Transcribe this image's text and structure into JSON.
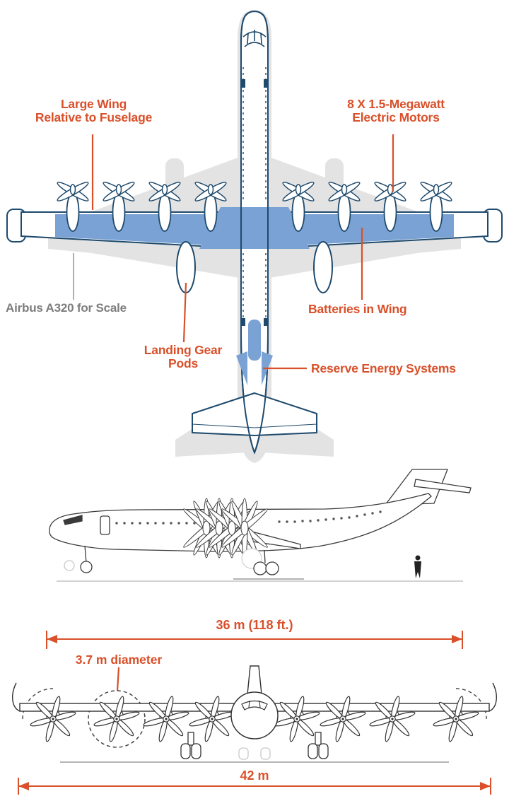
{
  "colors": {
    "accent": "#d9502a",
    "aircraft_outline": "#1e4a6d",
    "battery_blue": "#7ba2d4",
    "silhouette_gray": "#e3e3e3",
    "scale_text_gray": "#7d7d7d",
    "line_ink": "#3a3a3a"
  },
  "top_view": {
    "label_large_wing": "Large Wing\nRelative to Fuselage",
    "label_motors": "8 X 1.5-Megawatt\nElectric Motors",
    "label_a320": "Airbus A320 for Scale",
    "label_batteries": "Batteries in Wing",
    "label_landing_gear": "Landing Gear\nPods",
    "label_reserve": "Reserve Energy Systems"
  },
  "front_view": {
    "dim_wingspan_inner": "36 m (118 ft.)",
    "dim_prop_diameter": "3.7 m diameter",
    "dim_wingspan_outer": "42 m"
  }
}
